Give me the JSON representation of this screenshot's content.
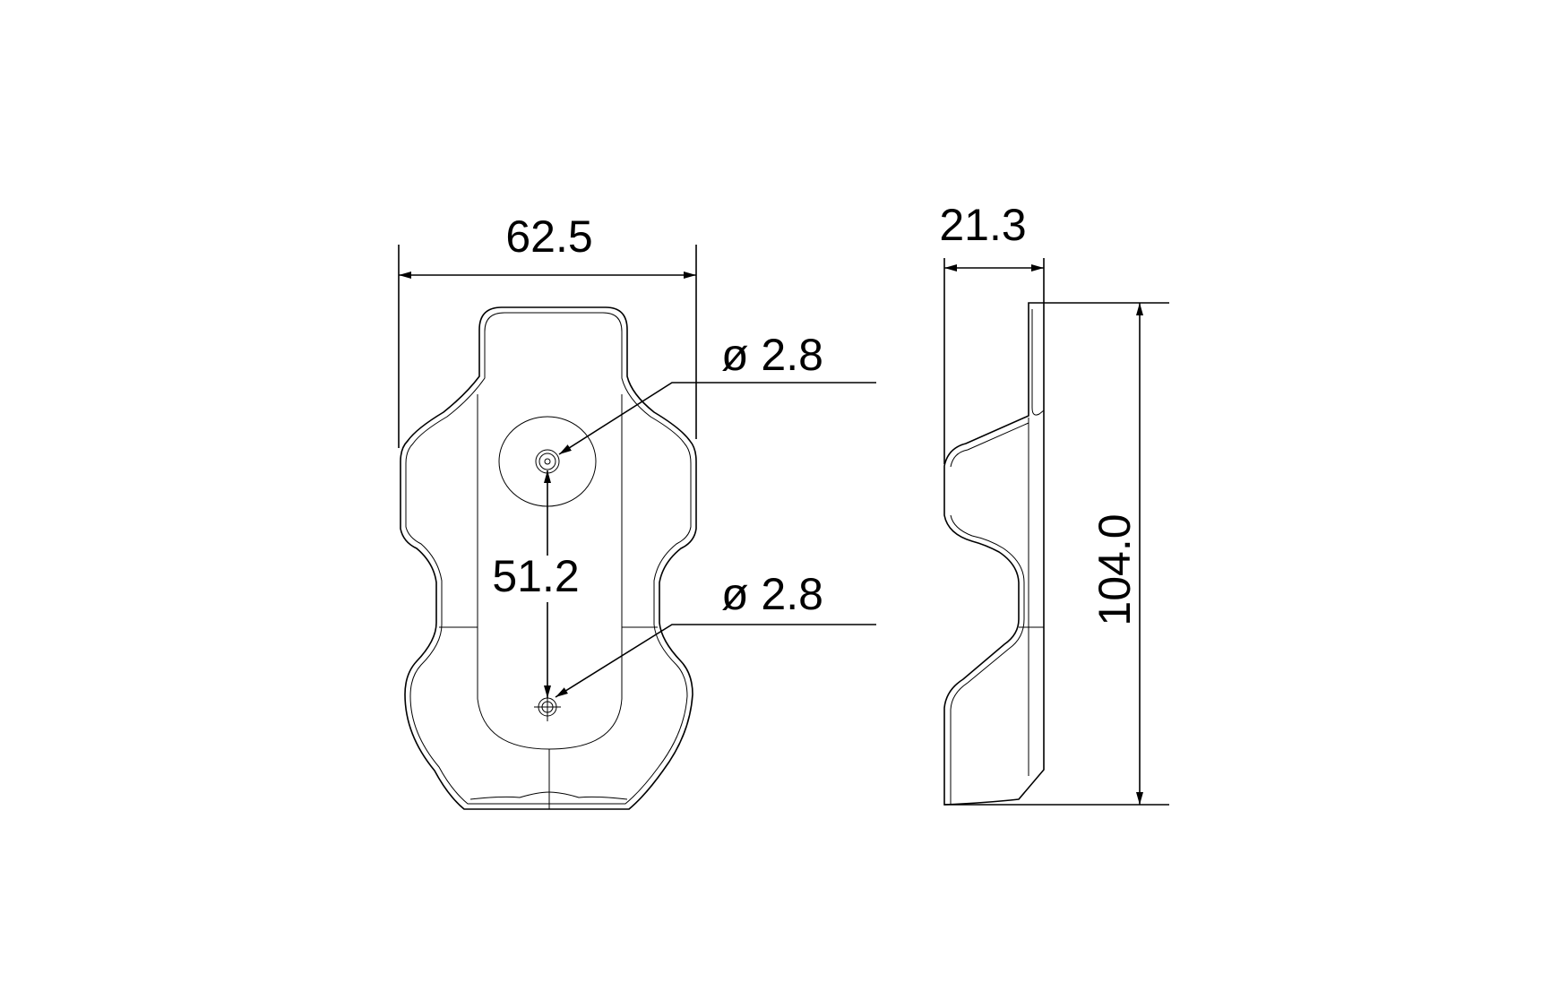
{
  "drawing": {
    "front_view": {
      "width_dimension": "62.5",
      "hole_spacing_dimension": "51.2",
      "upper_hole_callout": "ø 2.8",
      "lower_hole_callout": "ø 2.8"
    },
    "side_view": {
      "depth_dimension": "21.3",
      "height_dimension": "104.0"
    }
  }
}
